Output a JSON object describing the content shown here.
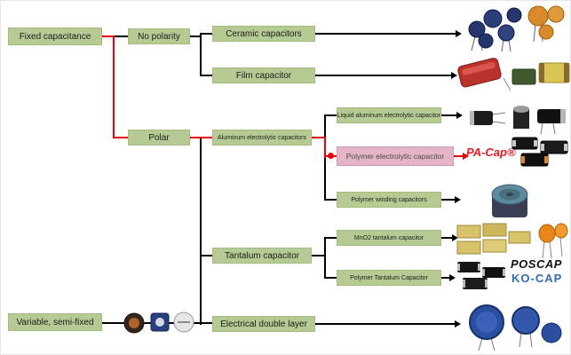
{
  "nodes": {
    "fixed_capacitance": "Fixed capacitance",
    "no_polarity": "No polarity",
    "ceramic_capacitors": "Ceramic capacitors",
    "film_capacitor": "Film capacitor",
    "polar": "Polar",
    "aluminum_electrolytic": "Aluminum electrolytic capacitors",
    "liquid_aluminum": "Liquid aluminum electrolytic capacitor",
    "polymer_electrolytic": "Polymer electrolytic capacitor",
    "polymer_winding": "Polymer winding capacitors",
    "tantalum_capacitor": "Tantalum capacitor",
    "mno2_tantalum": "MnO2 tantalum capacitor",
    "polymer_tantalum": "Polymer Tantalum Capacitor",
    "variable_semi_fixed": "Variable, semi-fixed",
    "electrical_double_layer": "Electrical double layer"
  },
  "logos": {
    "pa_cap": "PA-Cap®",
    "poscap": "POSCAP",
    "ko_cap": "KO-CAP"
  },
  "colors": {
    "node_background": "#b6cb93",
    "highlight_background": "#e5b4c8",
    "connector_black": "#000000",
    "connector_red": "#e8000b",
    "pa_cap_red": "#e31b23",
    "ko_cap_blue": "#2f6db8"
  }
}
